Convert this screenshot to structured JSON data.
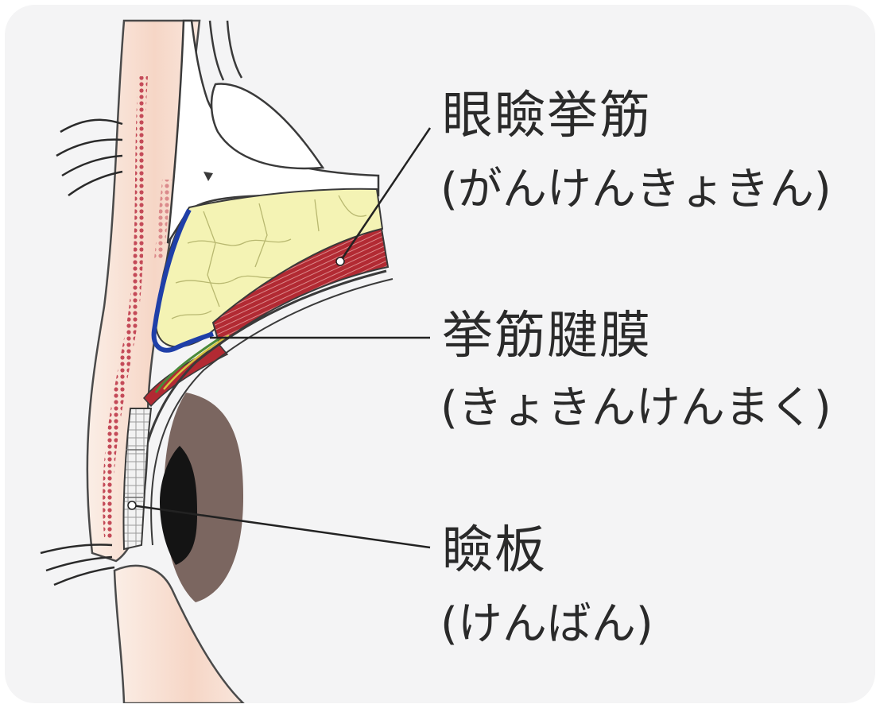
{
  "labels": {
    "levator_muscle": {
      "name": "眼瞼挙筋",
      "reading": "(がんけんきょきん)"
    },
    "levator_aponeurosis": {
      "name": "挙筋腱膜",
      "reading": "(きょきんけんまく)"
    },
    "tarsal_plate": {
      "name": "瞼板",
      "reading": "(けんばん)"
    }
  },
  "colors": {
    "background": "#f4f4f5",
    "skin": "#f7ddd0",
    "orbicularis": "#c84a58",
    "fat": "#f4f3b4",
    "muscle": "#b22a33",
    "septum_blue": "#1f3fa8",
    "iris": "#7b6660",
    "pupil": "#141414",
    "text": "#2a2a2a"
  }
}
